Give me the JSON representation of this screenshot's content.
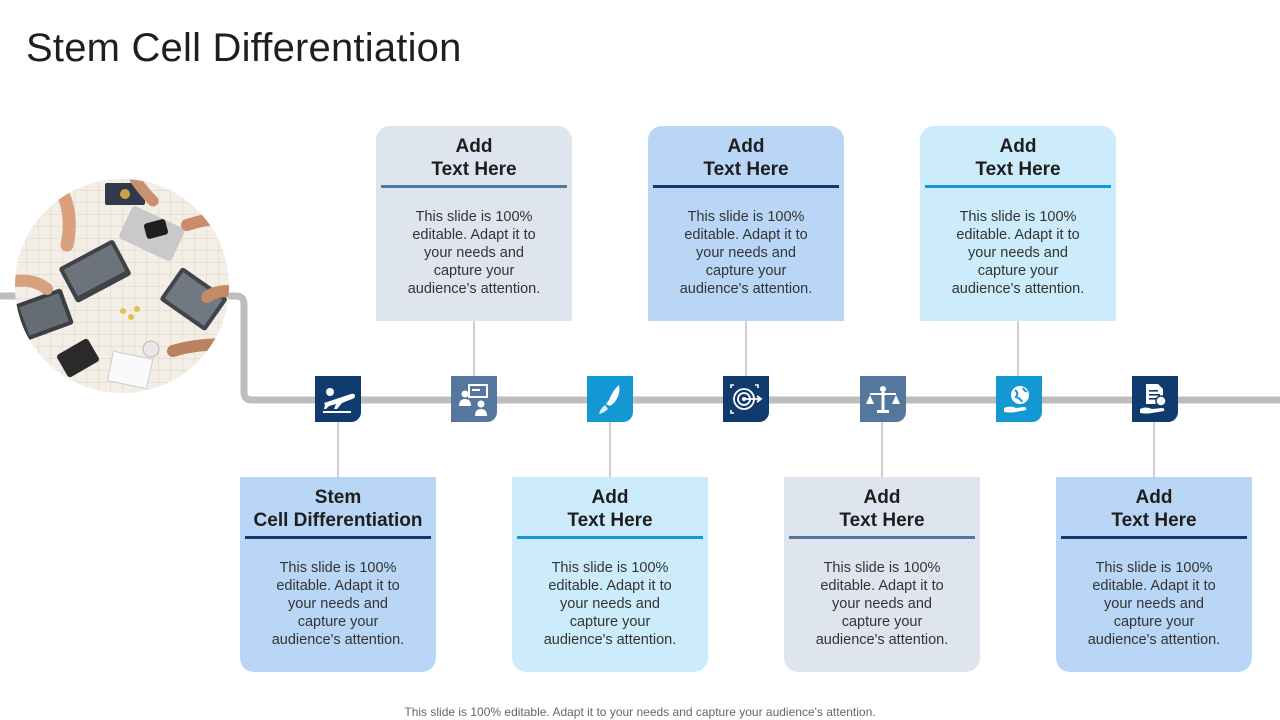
{
  "slide": {
    "title": "Stem Cell Differentiation",
    "footer": "This slide is 100% editable. Adapt it to your needs and capture your audience's attention."
  },
  "colors": {
    "track": "#bdbdbd",
    "navy": "#0f3b6f",
    "steel": "#55779e",
    "sky": "#1398d3",
    "card_grey": "#dfe5ee",
    "card_blue": "#b9d6f7",
    "card_cyan": "#ccecfb"
  },
  "cards": [
    {
      "line1": "Stem",
      "line2": "Cell Differentiation",
      "body": [
        "This slide is 100%",
        "editable. Adapt it to",
        "your needs and",
        "capture your",
        "audience's attention."
      ]
    },
    {
      "line1": "Add",
      "line2": "Text Here",
      "body": [
        "This slide is 100%",
        "editable. Adapt it to",
        "your needs and",
        "capture your",
        "audience's attention."
      ]
    },
    {
      "line1": "Add",
      "line2": "Text Here",
      "body": [
        "This slide is 100%",
        "editable. Adapt it to",
        "your needs and",
        "capture your",
        "audience's attention."
      ]
    },
    {
      "line1": "Add",
      "line2": "Text Here",
      "body": [
        "This slide is 100%",
        "editable. Adapt it to",
        "your needs and",
        "capture your",
        "audience's attention."
      ]
    },
    {
      "line1": "Add",
      "line2": "Text Here",
      "body": [
        "This slide is 100%",
        "editable. Adapt it to",
        "your needs and",
        "capture your",
        "audience's attention."
      ]
    },
    {
      "line1": "Add",
      "line2": "Text Here",
      "body": [
        "This slide is 100%",
        "editable. Adapt it to",
        "your needs and",
        "capture your",
        "audience's attention."
      ]
    },
    {
      "line1": "Add",
      "line2": "Text Here",
      "body": [
        "This slide is 100%",
        "editable. Adapt it to",
        "your needs and",
        "capture your",
        "audience's attention."
      ]
    }
  ],
  "icons": [
    "airplane-icon",
    "team-meeting-icon",
    "rocket-icon",
    "target-icon",
    "balance-scale-icon",
    "globe-hand-icon",
    "document-hand-icon"
  ]
}
